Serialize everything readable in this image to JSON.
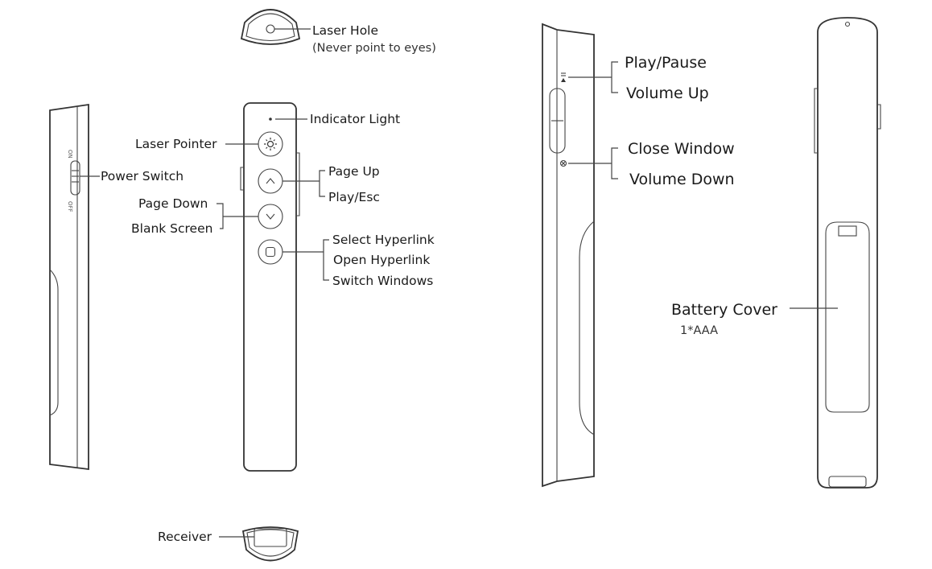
{
  "labels": {
    "laser_hole": "Laser Hole",
    "laser_hole_note": "(Never point to eyes)",
    "indicator_light": "Indicator Light",
    "laser_pointer": "Laser Pointer",
    "power_switch": "Power Switch",
    "page_up": "Page Up",
    "play_esc": "Play/Esc",
    "page_down": "Page Down",
    "blank_screen": "Blank Screen",
    "select_hyperlink": "Select Hyperlink",
    "open_hyperlink": "Open Hyperlink",
    "switch_windows": "Switch Windows",
    "receiver": "Receiver",
    "play_pause": "Play/Pause",
    "volume_up": "Volume Up",
    "close_window": "Close Window",
    "volume_down": "Volume Down",
    "battery_cover": "Battery Cover",
    "battery_type": "1*AAA"
  },
  "switch_marks": {
    "on": "ON",
    "off": "OFF"
  },
  "icons": {
    "laser": "sun-icon",
    "up": "chevron-up-icon",
    "down": "chevron-down-icon",
    "select": "rounded-square-icon",
    "close": "circle-x-icon",
    "volume_up": "triangle-up-icon"
  }
}
